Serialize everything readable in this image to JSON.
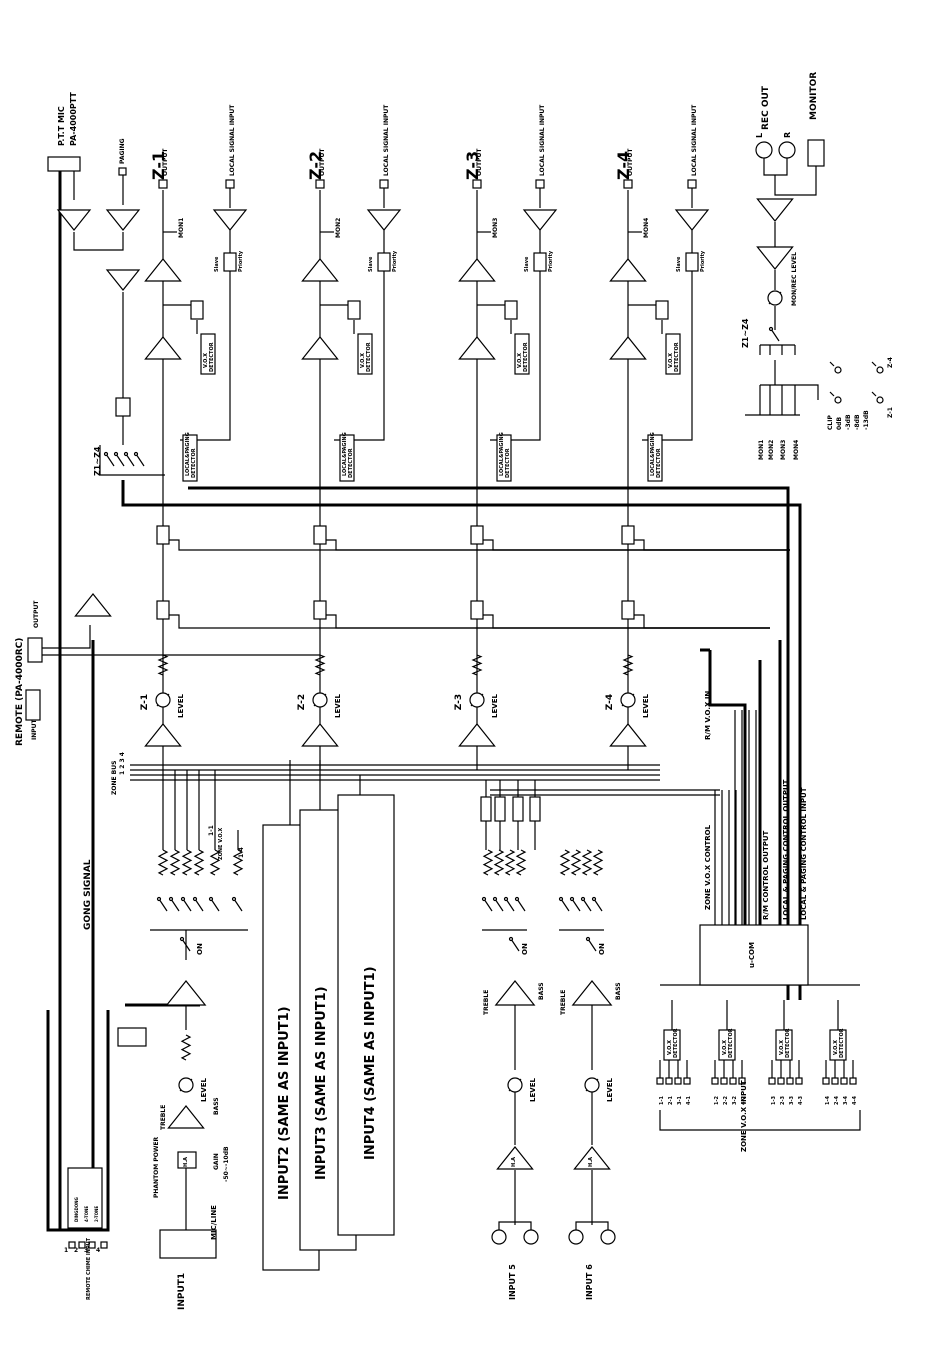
{
  "mic": {
    "title": "P.T.T MIC",
    "model": "PA-4000PTT",
    "paging": "PAGING"
  },
  "zones": [
    {
      "id": "Z-1",
      "output": "OUTPUT",
      "local": "LOCAL SIGNAL INPUT",
      "mon": "MON1",
      "level": "LEVEL"
    },
    {
      "id": "Z-2",
      "output": "OUTPUT",
      "local": "LOCAL SIGNAL INPUT",
      "mon": "MON2",
      "level": "LEVEL"
    },
    {
      "id": "Z-3",
      "output": "OUTPUT",
      "local": "LOCAL SIGNAL INPUT",
      "mon": "MON3",
      "level": "LEVEL"
    },
    {
      "id": "Z-4",
      "output": "OUTPUT",
      "local": "LOCAL SIGNAL INPUT",
      "mon": "MON4",
      "level": "LEVEL"
    }
  ],
  "labels": {
    "slave": "Slave",
    "priority": "Priority",
    "vox": "V.O.X",
    "detector": "DETECTOR",
    "local_paging": "LOCAL&PAGING",
    "z1z4": "Z1~Z4",
    "remote": "REMOTE  (PA-4000RC)",
    "remote_input": "INPUT",
    "remote_output": "OUTPUT",
    "gong": "GONG SIGNAL",
    "zone_bus": "ZONE BUS",
    "zone_bus_nums": "1 2 3 4",
    "zone_vox": "ZONE V.O.X",
    "vox_11": "1-1",
    "vox_14": "1-4",
    "on": "ON",
    "treble": "TREBLE",
    "bass": "BASS",
    "level": "LEVEL",
    "ha": "H.A",
    "phantom": "PHANTOM POWER",
    "gain": "GAIN",
    "gain_range": "-50~-10dB",
    "micline": "MIC/LINE",
    "input1": "INPUT1",
    "input2": "INPUT2 (SAME AS INPUT1)",
    "input3": "INPUT3 (SAME AS INPUT1)",
    "input4": "INPUT4 (SAME AS INPUT1)",
    "input5": "INPUT 5",
    "input6": "INPUT 6",
    "chime": "REMOTE CHIME INPUT",
    "chime_sw": [
      "DINGDONG",
      "4-TONE",
      "2-TONE"
    ],
    "ucom": "u-COM",
    "rm_vox_in": "R/M V.O.X IN",
    "zone_vox_control": "ZONE V.O.X CONTROL",
    "rm_control_output": "R/M CONTROL OUTPUT",
    "lp_control_output": "LOCAL & PAGING CONTROL OUTPUT",
    "lp_control_input": "LOCAL & PAGING CONTROL INPUT",
    "zone_vox_input": "ZONE V.O.X INPUT",
    "rec_out": "REC OUT",
    "rec_l": "L",
    "rec_r": "R",
    "monitor": "MONITOR",
    "monrec_level": "MON/REC LEVEL",
    "clip": [
      "CLIP",
      "0dB",
      "-3dB",
      "-8dB",
      "-13dB"
    ],
    "z1": "Z-1",
    "z4": "Z-4",
    "mons": [
      "MON1",
      "MON2",
      "MON3",
      "MON4"
    ]
  },
  "chime_nums": [
    "1",
    "2",
    "3",
    "4"
  ],
  "vox_groups": [
    [
      "1-1",
      "2-1",
      "3-1",
      "4-1"
    ],
    [
      "1-2",
      "2-2",
      "3-2",
      "4-2"
    ],
    [
      "1-3",
      "2-3",
      "3-3",
      "4-3"
    ],
    [
      "1-4",
      "2-4",
      "3-4",
      "4-4"
    ]
  ]
}
